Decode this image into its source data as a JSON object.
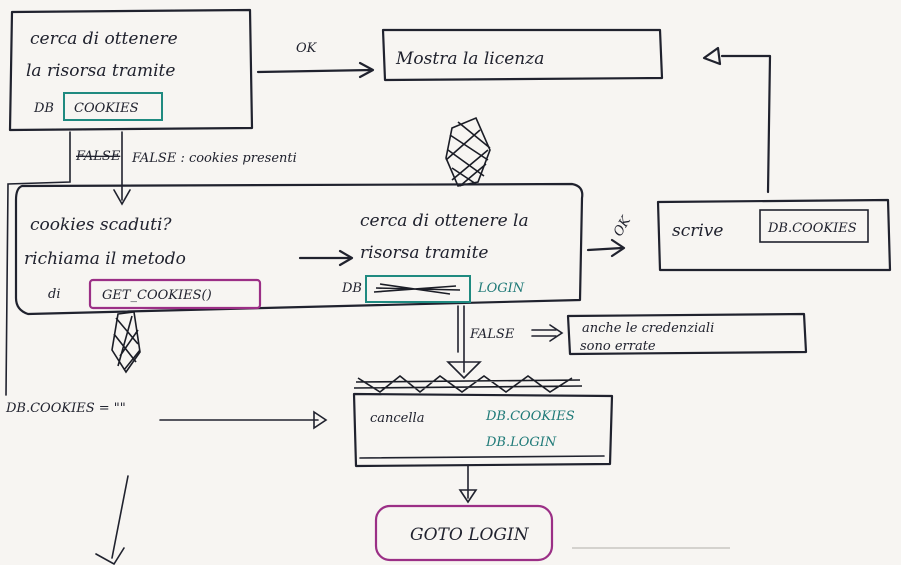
{
  "box_request_cookies": {
    "line1": "cerca di ottenere",
    "line2": "la risorsa tramite",
    "prefix": "DB",
    "token": "COOKIES"
  },
  "arrow_ok_top": "OK",
  "box_show_license": "Mostra la licenza",
  "false_branch": {
    "struck": "FALSE",
    "text": "FALSE : cookies presenti"
  },
  "box_cookies_expired": {
    "line1": "cookies scaduti?",
    "line2": "richiama il metodo",
    "line3_prefix": "di",
    "method": "GET_COOKIES()"
  },
  "box_request_login": {
    "line1": "cerca di ottenere la",
    "line2": "risorsa tramite",
    "prefix": "DB",
    "token": "LOGIN"
  },
  "arrow_ok_right": "OK",
  "box_write_cookies": {
    "label": "scrive",
    "token": "DB.COOKIES"
  },
  "false_credentials": {
    "label": "FALSE",
    "text_line1": "anche le credenziali",
    "text_line2": "sono errate"
  },
  "empty_cookies": "DB.COOKIES = \"\"",
  "box_delete": {
    "label": "cancella",
    "item1": "DB.COOKIES",
    "item2": "DB.LOGIN"
  },
  "box_goto_login": "GOTO LOGIN",
  "colors": {
    "ink": "#20222e",
    "teal": "#1f8a80",
    "purple": "#9b2f86"
  }
}
